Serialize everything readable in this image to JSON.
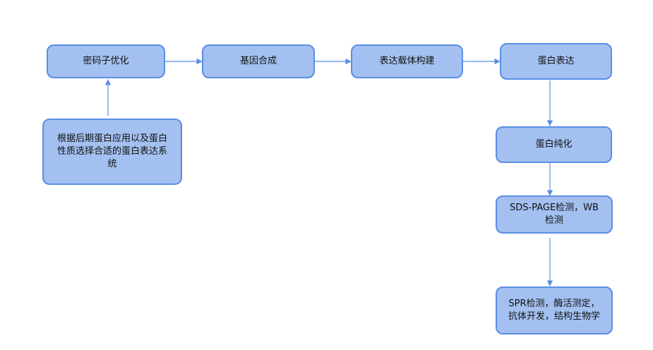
{
  "nodes": {
    "codon": "密码子优化",
    "gene": "基因合成",
    "vector": "表达载体构建",
    "express": "蛋白表达",
    "select": "根据后期蛋白应用以及蛋白\n性质选择合适的蛋白表达系\n统",
    "purify": "蛋白纯化",
    "detect": "SDS-PAGE检测，WB\n检测",
    "apps": "SPR检测，酶活测定，\n抗体开发，结构生物学"
  },
  "colors": {
    "node_fill": "#a3c0f0",
    "node_border": "#5b8ee6",
    "edge": "#5b8ee6"
  }
}
